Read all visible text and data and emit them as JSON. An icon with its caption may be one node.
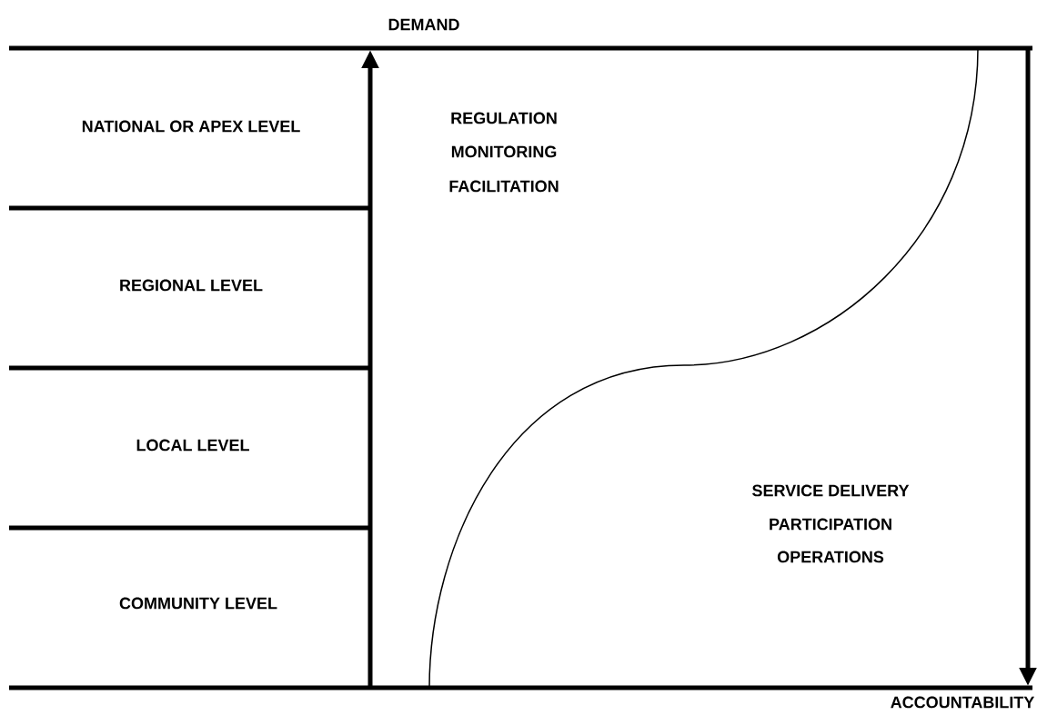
{
  "diagram": {
    "labels": [
      "DEMAND",
      "NATIONAL OR APEX LEVEL",
      "REGULATION",
      "MONITORING",
      "FACILITATION",
      "REGIONAL LEVEL",
      "LOCAL LEVEL",
      "SERVICE DELIVERY",
      "PARTICIPATION",
      "OPERATIONS",
      "COMMUNITY LEVEL",
      "ACCOUNTABILITY"
    ]
  }
}
